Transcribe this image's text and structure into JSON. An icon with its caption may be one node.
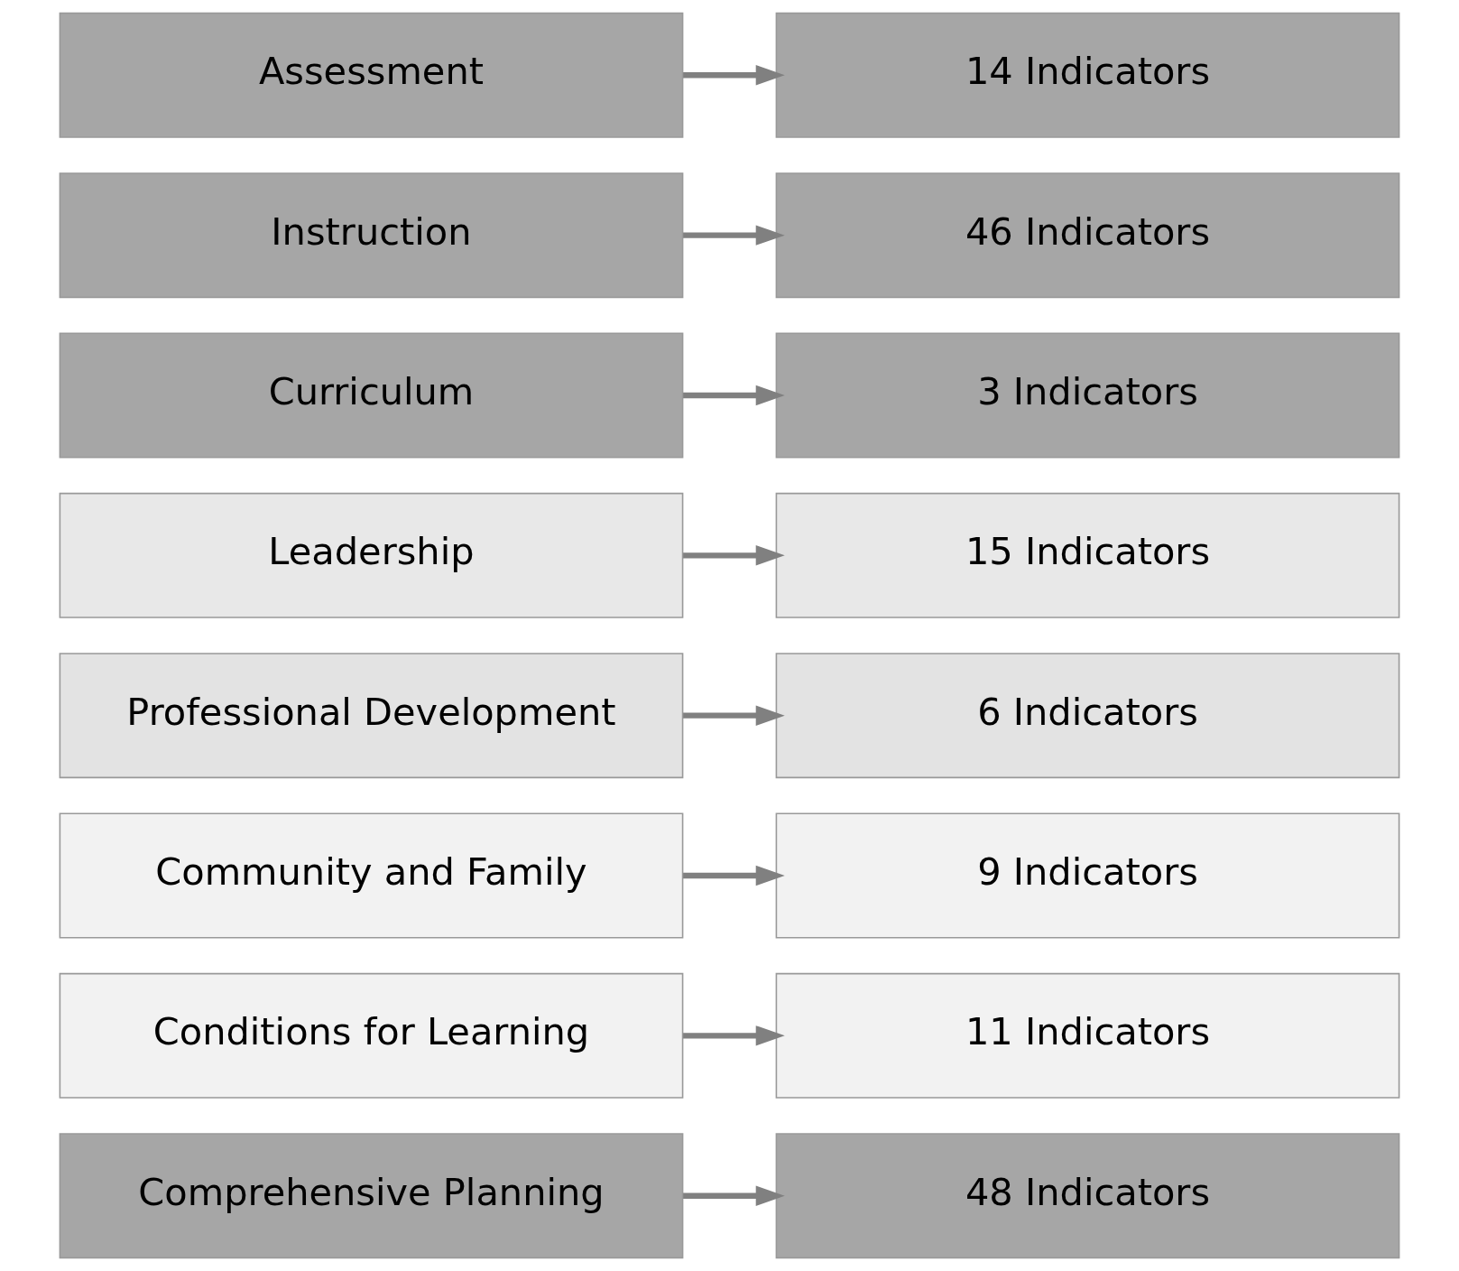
{
  "diagram": {
    "nodes": [
      {
        "text": [
          "Comprehensive Planning"
        ]
      },
      {
        "text": [
          "48 Indicators"
        ]
      },
      {
        "text": [
          "Conditions for Learning"
        ]
      },
      {
        "text": [
          "11 Indicators"
        ]
      },
      {
        "text": [
          "Community and Family"
        ]
      },
      {
        "text": [
          "9 Indicators"
        ]
      },
      {
        "text": [
          "Professional Development"
        ]
      },
      {
        "text": [
          "6 Indicators"
        ]
      },
      {
        "text": [
          "Leadership"
        ]
      },
      {
        "text": [
          "15 Indicators"
        ]
      },
      {
        "text": [
          "Curriculum"
        ]
      },
      {
        "text": [
          "3 Indicators"
        ]
      },
      {
        "text": [
          "Instruction"
        ]
      },
      {
        "text": [
          "46 Indicators"
        ]
      },
      {
        "text": [
          "Assessment"
        ]
      },
      {
        "text": [
          "14 Indicators"
        ]
      }
    ],
    "edges": [
      {
        "from": 0,
        "to": 1,
        "arrow": "to"
      },
      {
        "from": 2,
        "to": 3,
        "arrow": "to"
      },
      {
        "from": 4,
        "to": 5,
        "arrow": "to"
      },
      {
        "from": 6,
        "to": 7,
        "arrow": "to"
      },
      {
        "from": 8,
        "to": 9,
        "arrow": "to"
      },
      {
        "from": 10,
        "to": 11,
        "arrow": "to"
      },
      {
        "from": 12,
        "to": 13,
        "arrow": "to"
      },
      {
        "from": 14,
        "to": 15,
        "arrow": "to"
      }
    ]
  }
}
